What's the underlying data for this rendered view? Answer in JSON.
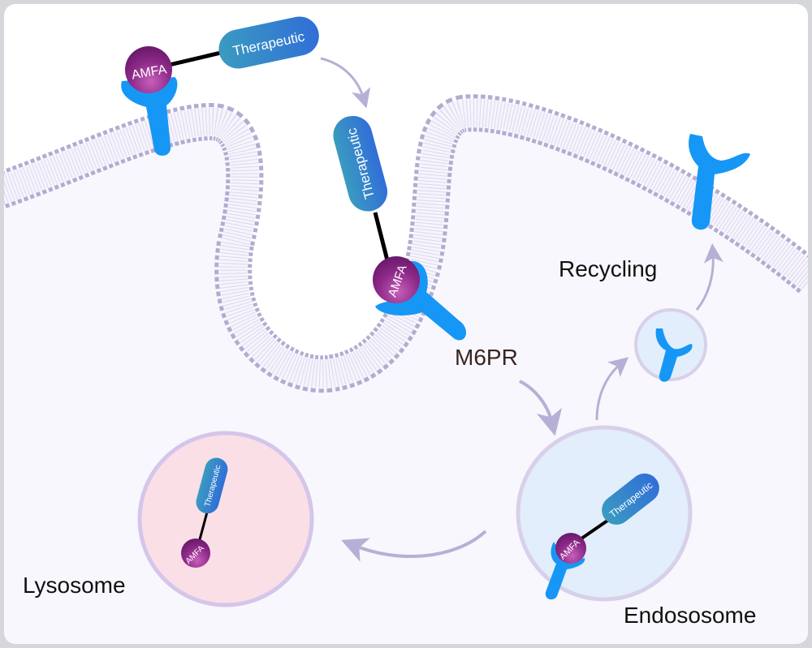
{
  "labels": {
    "therapeutic": "Therapeutic",
    "amfa": "AMFA",
    "m6pr": "M6PR",
    "recycling": "Recycling",
    "lysosome": "Lysosome",
    "endosome": "Endososome"
  },
  "colors": {
    "receptor": "#1797f5",
    "amfa": "#8e2a8a",
    "therapeutic_start": "#3a9bc0",
    "therapeutic_end": "#316ed8",
    "membrane": "#b3acd0",
    "arrow": "#b6b0d6",
    "lysosome_fill": "#fadfe6",
    "endosome_fill": "#e2eefb",
    "cell_fill": "#f8f7fd"
  }
}
